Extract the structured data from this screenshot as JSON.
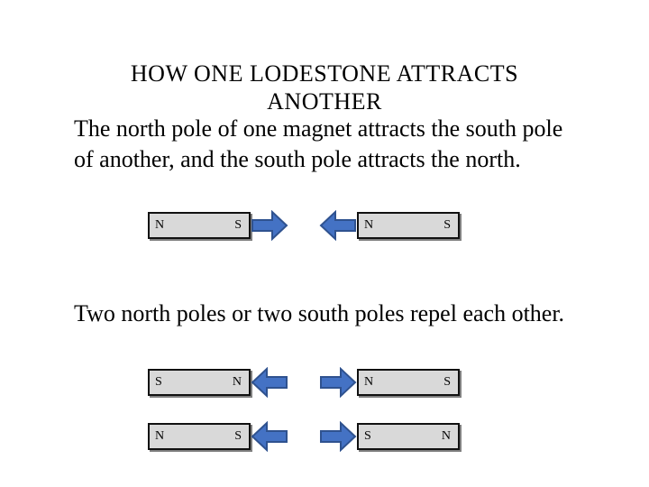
{
  "title": "HOW ONE LODESTONE ATTRACTS ANOTHER",
  "paragraph1": "The north pole of one magnet attracts the south pole of another, and the south pole attracts the north.",
  "paragraph2": "Two north poles or two south poles repel each other.",
  "diagrams": {
    "attract": {
      "magnet_a": {
        "left": "N",
        "right": "S"
      },
      "magnet_b": {
        "left": "N",
        "right": "S"
      }
    },
    "repel_north": {
      "magnet_a": {
        "left": "S",
        "right": "N"
      },
      "magnet_b": {
        "left": "N",
        "right": "S"
      }
    },
    "repel_south": {
      "magnet_a": {
        "left": "N",
        "right": "S"
      },
      "magnet_b": {
        "left": "S",
        "right": "N"
      }
    }
  },
  "colors": {
    "magnet_fill": "#d9d9d9",
    "arrow_fill": "#4472c4",
    "arrow_stroke": "#2f528f"
  }
}
